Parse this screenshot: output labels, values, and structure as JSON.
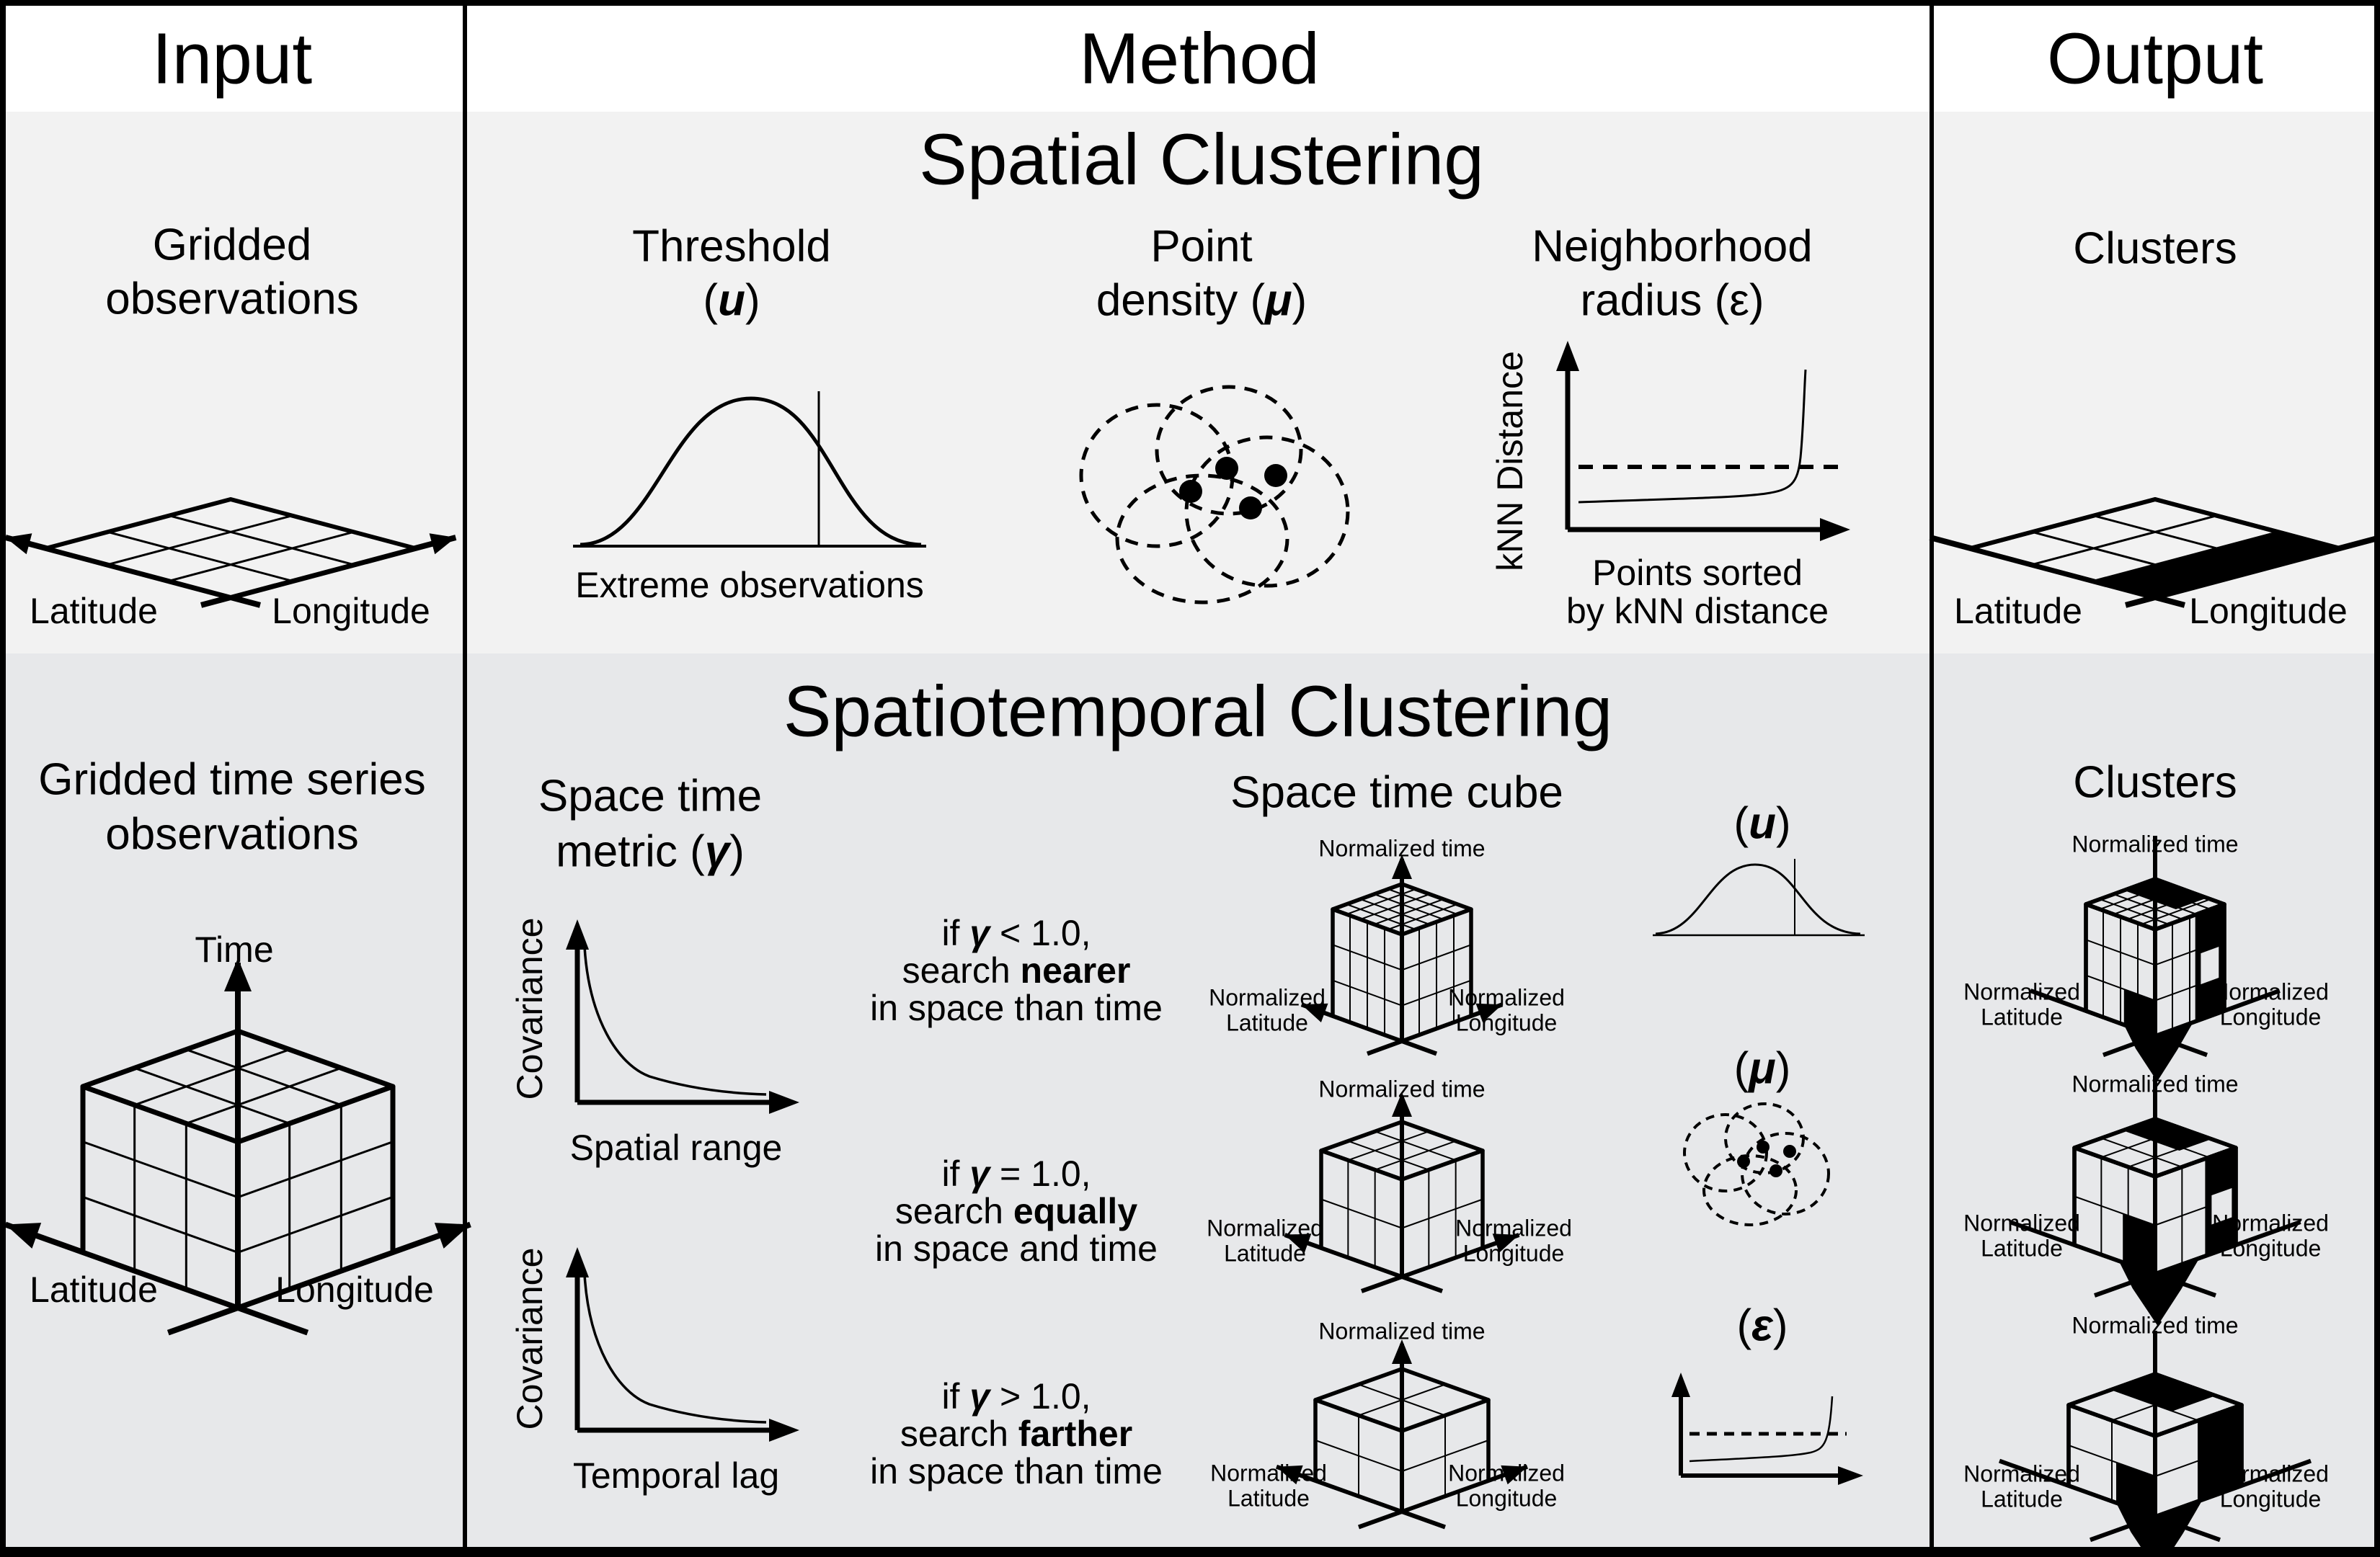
{
  "header": {
    "input": "Input",
    "method": "Method",
    "output": "Output"
  },
  "spatial": {
    "title": "Spatial Clustering",
    "input": {
      "line1": "Gridded",
      "line2": "observations",
      "lat": "Latitude",
      "lon": "Longitude"
    },
    "threshold": {
      "name": "Threshold",
      "open": "(",
      "sym": "u",
      "close": ")",
      "xlabel": "Extreme observations"
    },
    "density": {
      "line1": "Point",
      "pre": "density (",
      "sym": "μ",
      "close": ")"
    },
    "radius": {
      "line1": "Neighborhood",
      "pre": "radius (",
      "sym": "ε",
      "close": ")",
      "ylabel": "kNN Distance",
      "xl1": "Points sorted",
      "xl2": "by kNN distance"
    },
    "output": {
      "title": "Clusters",
      "lat": "Latitude",
      "lon": "Longitude"
    }
  },
  "spatiotemporal": {
    "title": "Spatiotemporal Clustering",
    "input": {
      "line1": "Gridded time series",
      "line2": "observations",
      "time": "Time",
      "lat": "Latitude",
      "lon": "Longitude"
    },
    "metric": {
      "line1": "Space time",
      "pre": "metric (",
      "sym": "γ",
      "close": ")"
    },
    "cov1": {
      "y": "Covariance",
      "x": "Spatial range"
    },
    "cov2": {
      "y": "Covariance",
      "x": "Temporal lag"
    },
    "cases": [
      {
        "pre": "if ",
        "sym": "γ",
        "post": " < 1.0,",
        "s1": "search ",
        "word": "nearer",
        "l3": "in space than time"
      },
      {
        "pre": "if ",
        "sym": "γ",
        "post": " = 1.0,",
        "s1": "search ",
        "word": "equally",
        "l3": "in space and time"
      },
      {
        "pre": "if ",
        "sym": "γ",
        "post": " > 1.0,",
        "s1": "search ",
        "word": "farther",
        "l3": "in space than time"
      }
    ],
    "cube_title": "Space time cube",
    "labels": {
      "time": "Normalized time",
      "lat1": "Normalized",
      "lat2": "Latitude",
      "lon1": "Normalized",
      "lon2": "Longitude"
    },
    "params": {
      "u_open": "(",
      "u": "u",
      "u_close": ")",
      "mu_open": "(",
      "mu": "μ",
      "mu_close": ")",
      "eps_open": "(",
      "eps": "ε",
      "eps_close": ")"
    },
    "output": {
      "title": "Clusters"
    }
  }
}
